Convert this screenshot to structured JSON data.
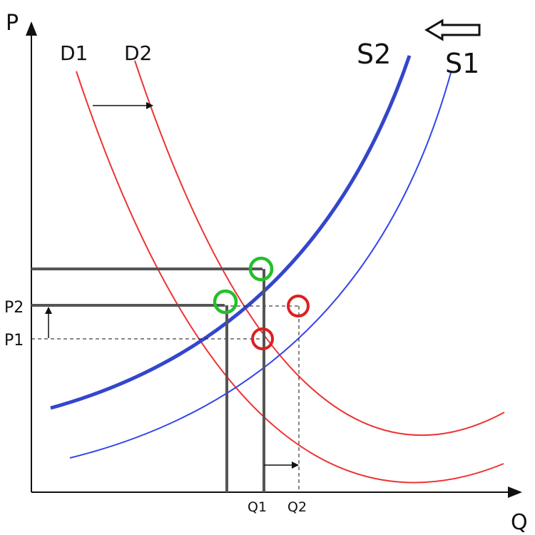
{
  "axes": {
    "y_label": "P",
    "x_label": "Q"
  },
  "curves": {
    "d1_label": "D1",
    "d2_label": "D2",
    "s1_label": "S1",
    "s2_label": "S2"
  },
  "ticks": {
    "p1": "P1",
    "p2": "P2",
    "q1": "Q1",
    "q2": "Q2"
  },
  "colors": {
    "demand": "#ee3333",
    "supply_s1": "#3344ee",
    "supply_s2": "#3346cc",
    "marker_initial": "#dd1f1f",
    "marker_new": "#22c02a",
    "axis": "#111111",
    "guide_thick": "#555555"
  },
  "icons": {
    "shift_arrow": "left-outline-arrow-icon"
  }
}
